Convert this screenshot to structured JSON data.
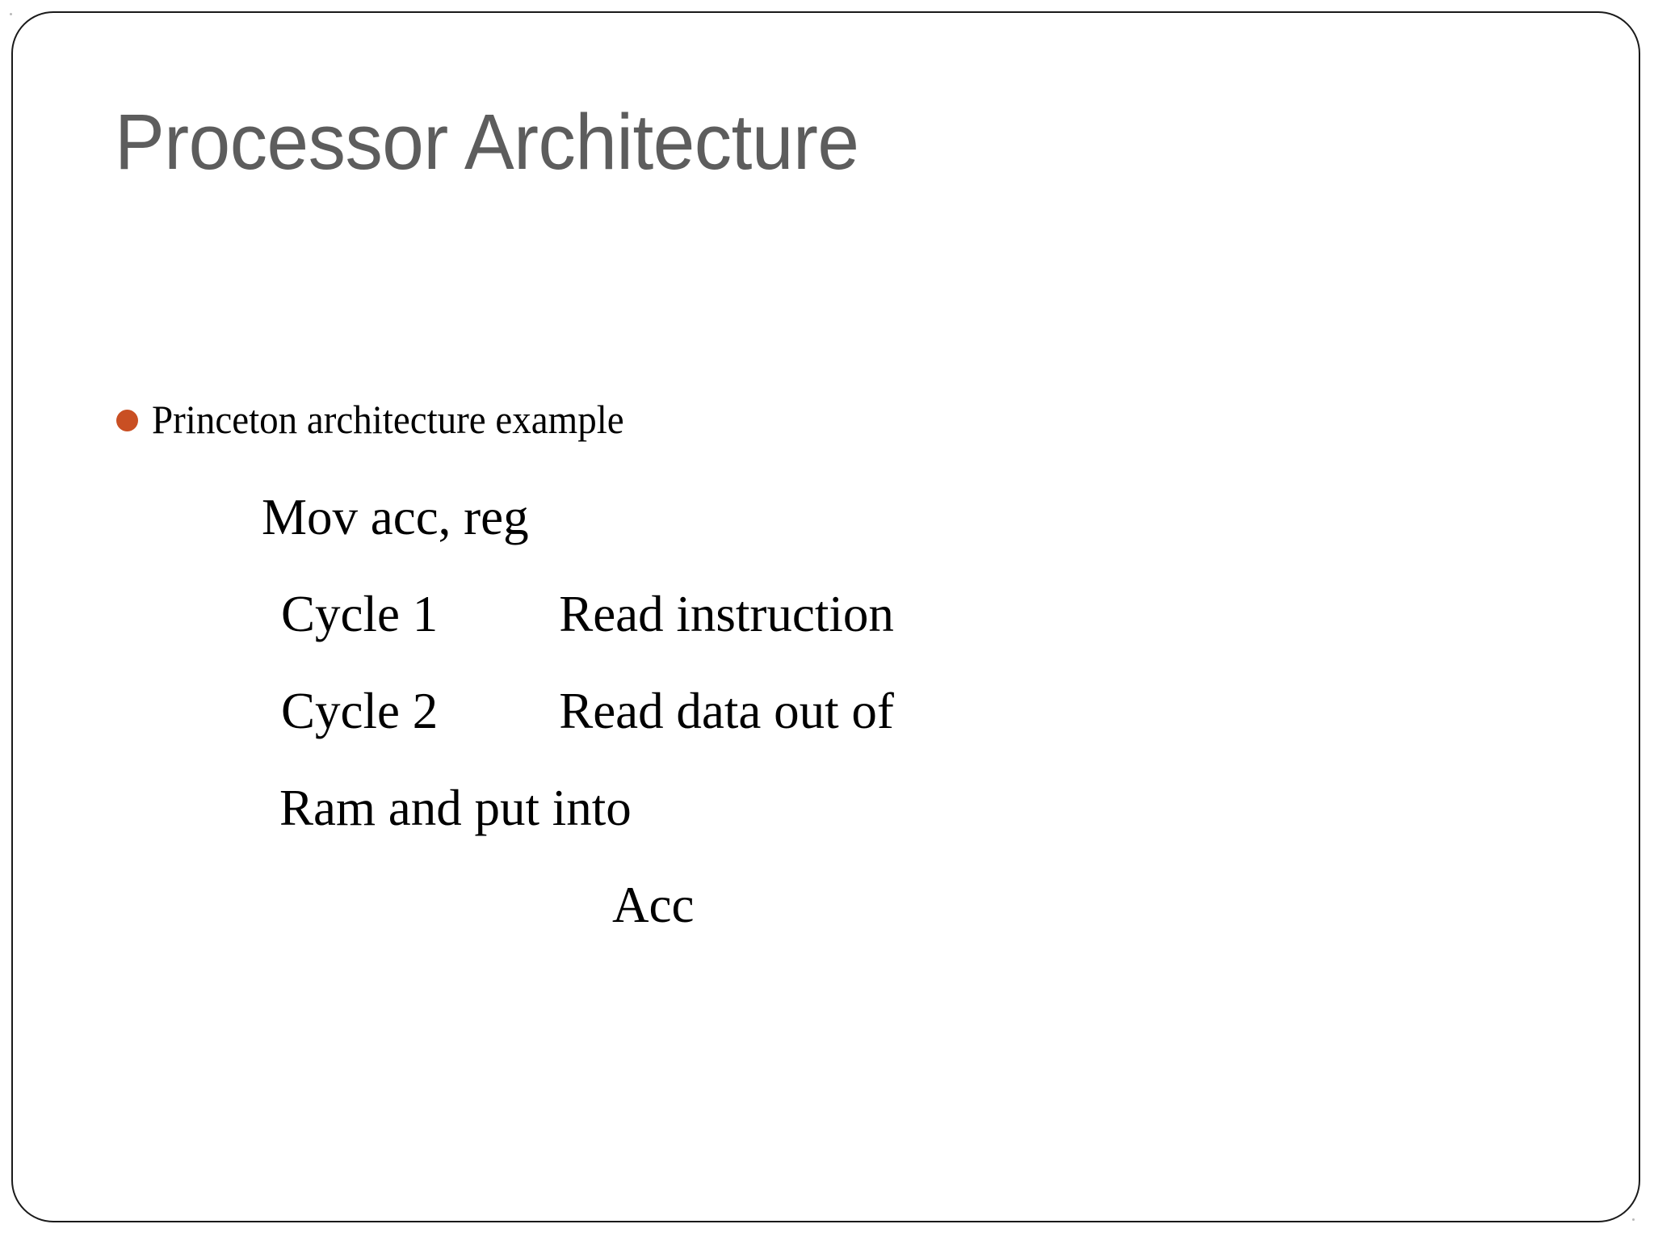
{
  "slide": {
    "title": "Processor Architecture",
    "title_color": "#5d5d5d",
    "background_color": "#ffffff",
    "border_color": "#1a1a1a",
    "bullet_color": "#c94f23",
    "body_text_color": "#000000"
  },
  "body": {
    "bullet": {
      "marker": "filled-circle-bullet",
      "text": "Princeton architecture example"
    },
    "lines": [
      {
        "id": "instruction",
        "text": "Mov acc, reg"
      },
      {
        "id": "cycle-1-label",
        "text": "Cycle 1"
      },
      {
        "id": "cycle-1-desc",
        "text": "Read instruction"
      },
      {
        "id": "cycle-2-label",
        "text": "Cycle 2"
      },
      {
        "id": "cycle-2-desc",
        "text": "Read data out of"
      },
      {
        "id": "cycle-2-cont",
        "text": "Ram and put into"
      },
      {
        "id": "cycle-2-dest",
        "text": "Acc"
      }
    ]
  }
}
